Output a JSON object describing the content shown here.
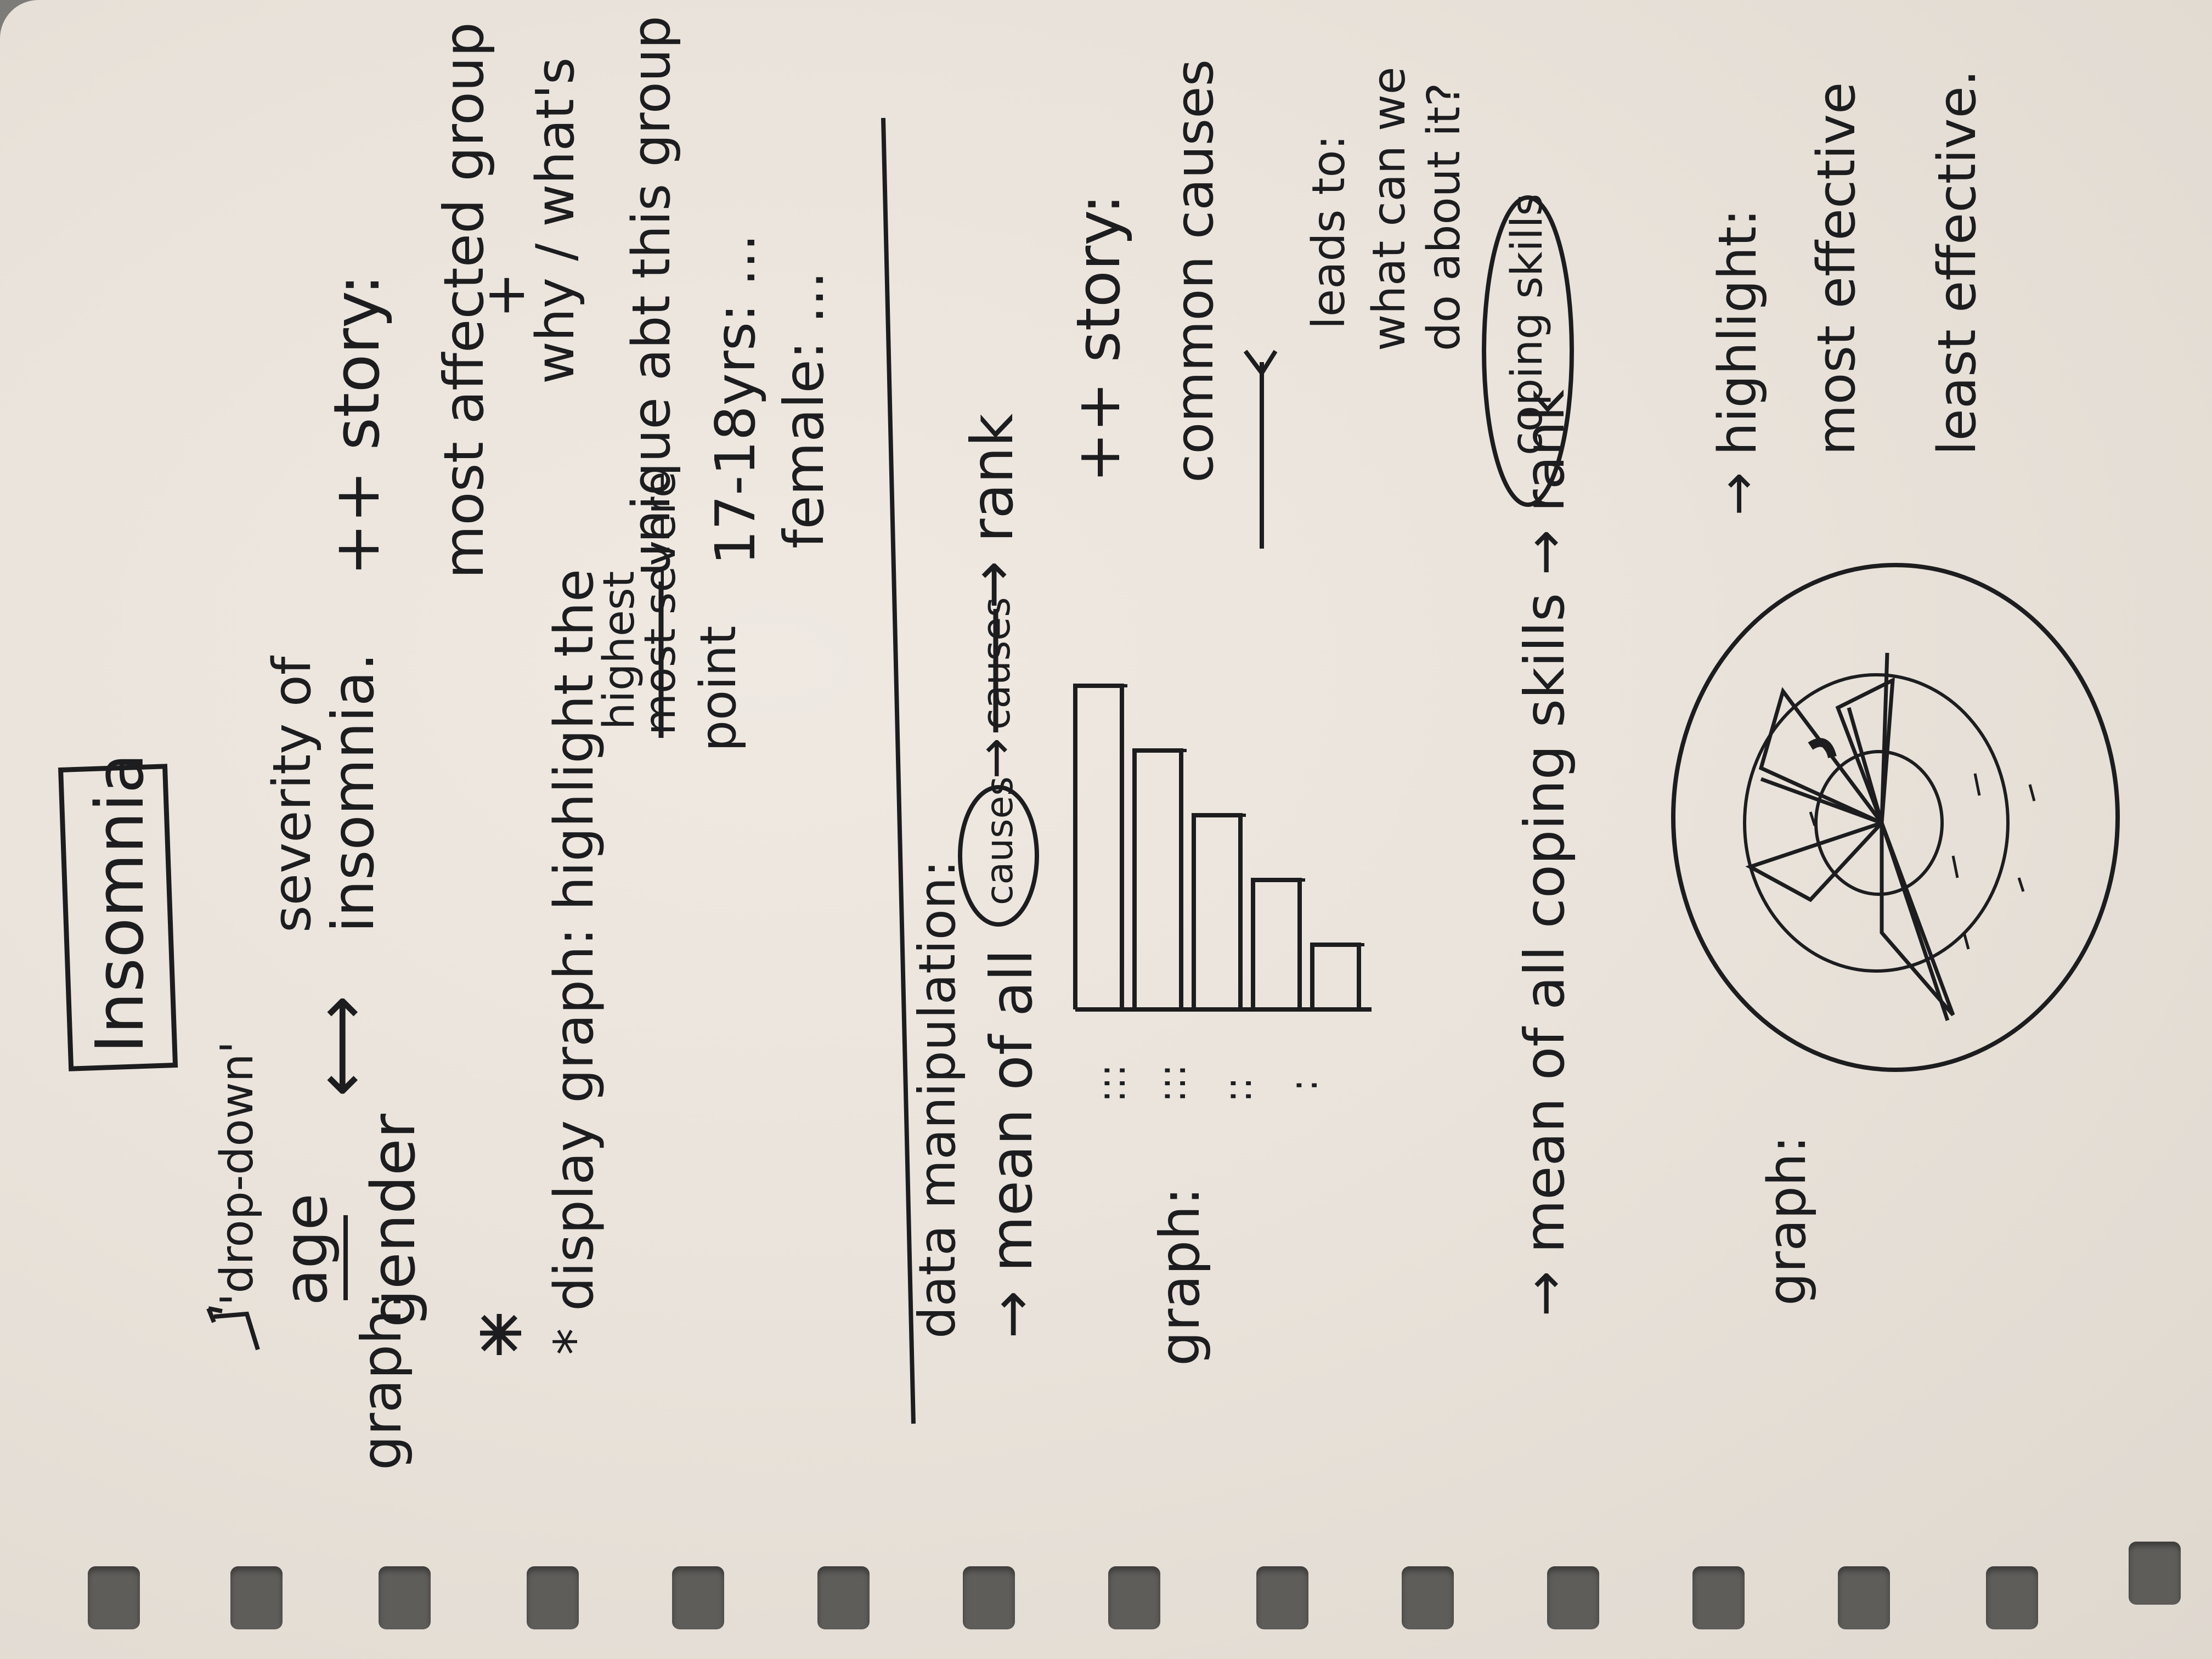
{
  "title": "Insomnia",
  "top": {
    "dropdown_label": "'drop-down'",
    "graph_label": "graph:",
    "age": "age",
    "gender": "gender",
    "arrow": "⟷",
    "severity_line1": "severity of",
    "severity_line2": "insomnia.",
    "display_graph": "* display graph: highlight the",
    "highest": "highest",
    "most_severe_struck": "most severe",
    "point": "point"
  },
  "story1": {
    "heading": "++ story:",
    "line1": "most affected group",
    "plus": "+",
    "line2": "why / what's",
    "line3": "unique abt this group",
    "line4": "17-18yrs: ...",
    "line5": "female: ..."
  },
  "middle": {
    "data_manipulation": "data manipulation:",
    "mean_of_all": "→ mean of all",
    "causes": "causes",
    "struck": "causes",
    "arrow_rank": "→ rank",
    "graph_label": "graph:",
    "dots": [
      ":::",
      ":::",
      "::",
      ":"
    ]
  },
  "chart_data": {
    "type": "bar",
    "categories": [
      "",
      "",
      "",
      "",
      ""
    ],
    "values": [
      10,
      8,
      6,
      4,
      2
    ]
  },
  "story2": {
    "heading": "++ story:",
    "line1": "common causes",
    "leads_to": "leads to:",
    "question1": "what can we",
    "question2": "do about it?",
    "coping": "coping skills"
  },
  "bottom": {
    "mean_coping": "→ mean of all coping skills → rank",
    "graph_label": "graph:",
    "highlight": "→ highlight:",
    "most_effective": "most effective",
    "least_effective": "least effective."
  },
  "ink_color": "#1d1d1f",
  "paper_color": "#ece6de"
}
